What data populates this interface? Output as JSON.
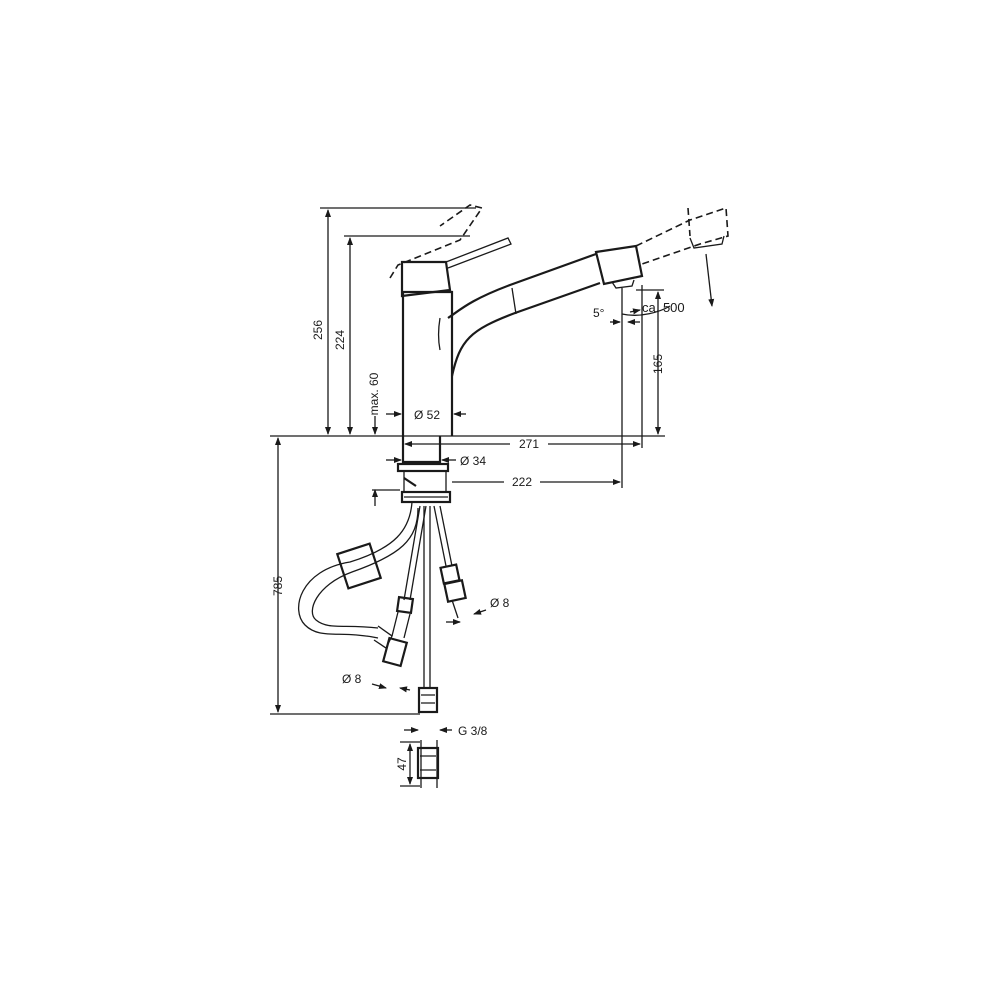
{
  "dimensions": {
    "height_total": "256",
    "height_lever": "224",
    "max_thickness": "max. 60",
    "dia_body": "Ø 52",
    "reach": "271",
    "dia_shank": "Ø 34",
    "reach_outlet": "222",
    "spout_height": "165",
    "angle": "5°",
    "pullout": "ca. 500",
    "hose_length": "785",
    "dia_pipe_right": "Ø 8",
    "dia_pipe_left": "Ø 8",
    "thread": "G 3/8",
    "connector_length": "47"
  }
}
